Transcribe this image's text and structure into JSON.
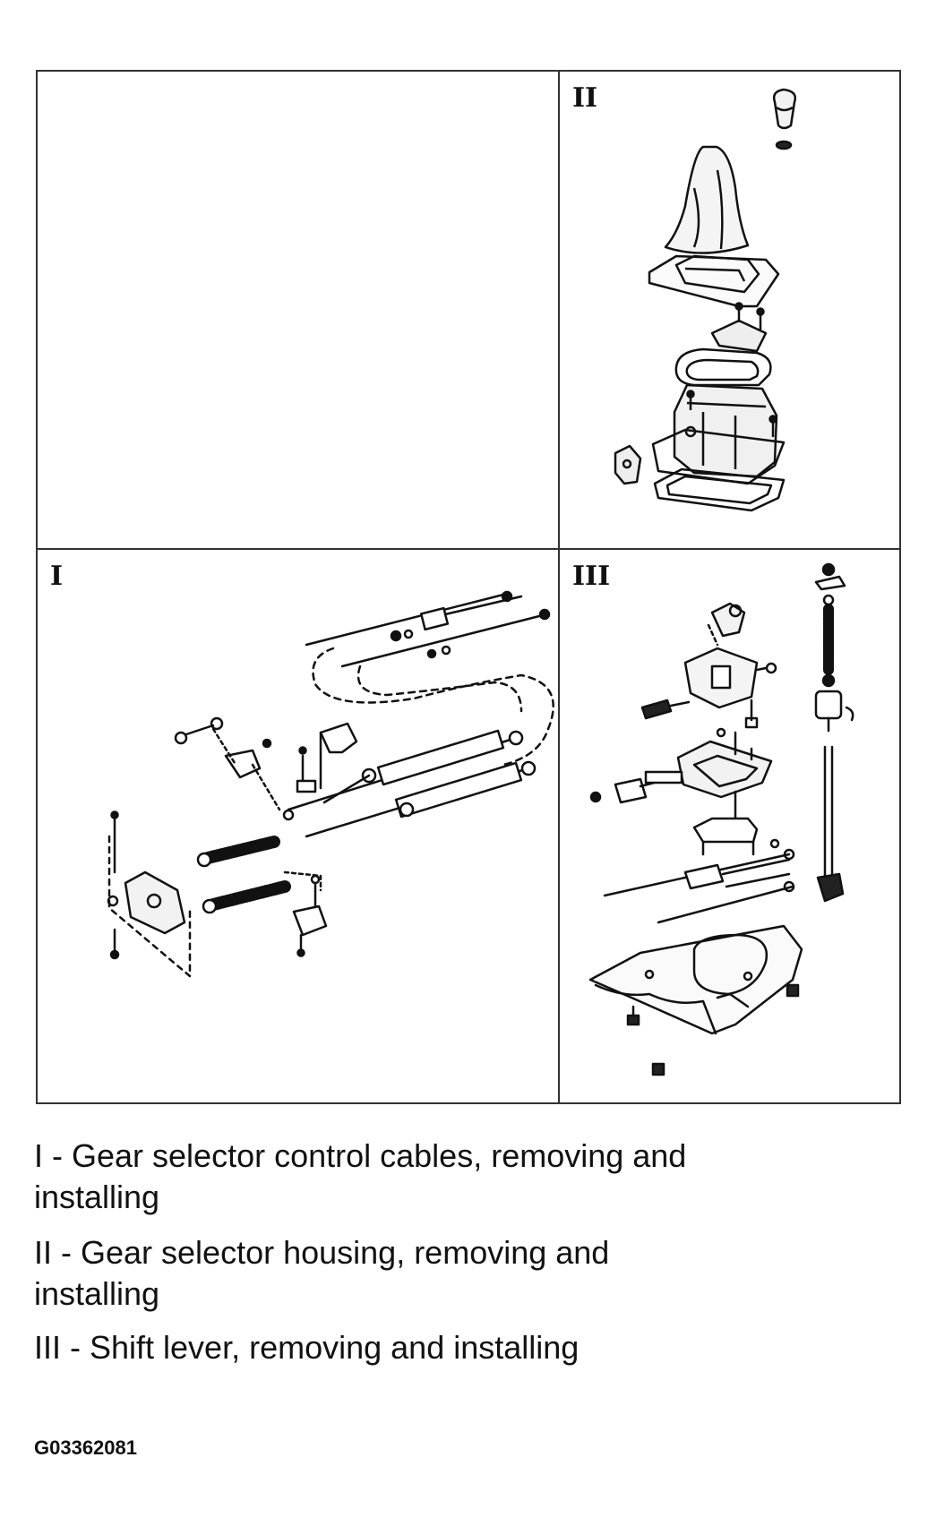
{
  "panels": {
    "ii": {
      "label": "II"
    },
    "i": {
      "label": "I"
    },
    "iii": {
      "label": "III"
    }
  },
  "captions": [
    "I - Gear selector control cables, removing and installing",
    "II - Gear selector housing, removing and installing",
    "III - Shift lever, removing and installing"
  ],
  "figure_id": "G03362081"
}
